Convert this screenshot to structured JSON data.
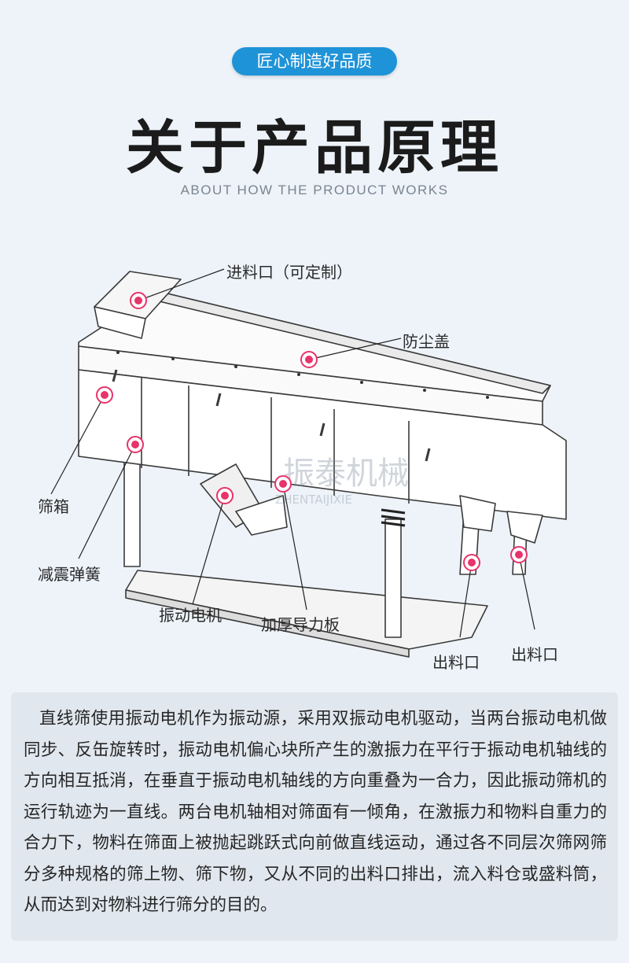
{
  "header": {
    "badge": "匠心制造好品质",
    "title": "关于产品原理",
    "subtitle": "ABOUT HOW THE PRODUCT WORKS"
  },
  "diagram": {
    "watermark_cn": "振泰机械",
    "watermark_en": "ZHENTAIJIXIE",
    "labels": {
      "inlet": "进料口（可定制）",
      "dust_cover": "防尘盖",
      "screen_box": "筛箱",
      "spring": "减震弹簧",
      "motor": "振动电机",
      "guide_plate": "加厚导力板",
      "outlet_1": "出料口",
      "outlet_2": "出料口"
    },
    "marker_color": "#e8336b"
  },
  "description": "直线筛使用振动电机作为振动源，采用双振动电机驱动，当两台振动电机做同步、反缶旋转时，振动电机偏心块所产生的激振力在平行于振动电机轴线的方向相互抵消，在垂直于振动电机轴线的方向重叠为一合力，因此振动筛机的运行轨迹为一直线。两台电机轴相对筛面有一倾角，在激振力和物料自重力的合力下，物料在筛面上被抛起跳跃式向前做直线运动，通过各不同层次筛网筛分多种规格的筛上物、筛下物，又从不同的出料口排出，流入料仓或盛料筒，从而达到对物料进行筛分的目的。"
}
